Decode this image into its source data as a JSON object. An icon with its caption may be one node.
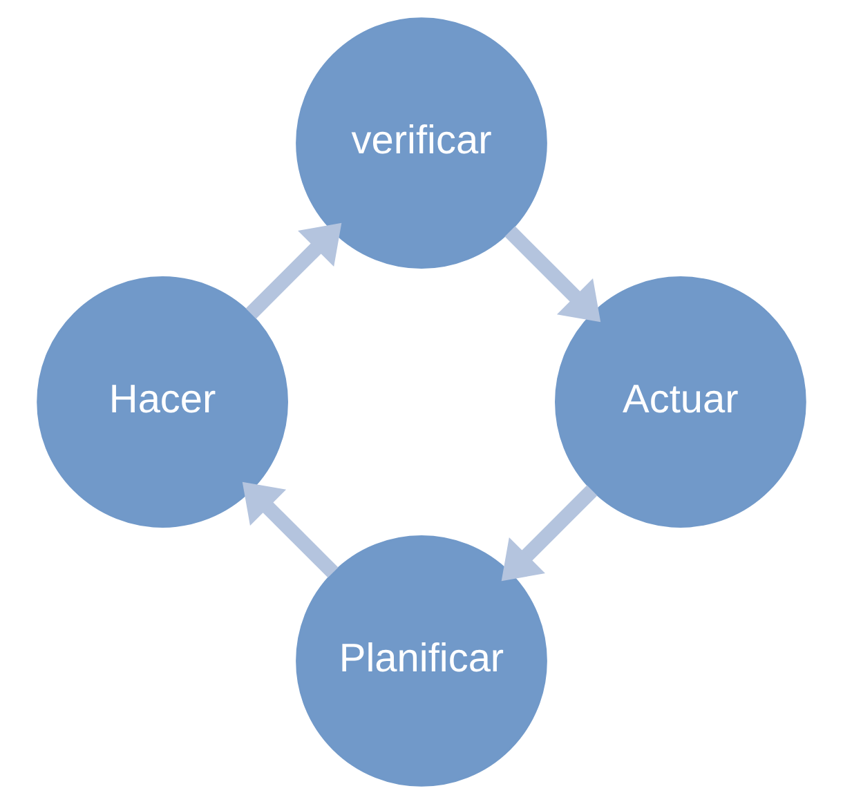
{
  "diagram": {
    "nodes": [
      {
        "text": [
          "Planificar"
        ]
      },
      {
        "text": [
          "Actuar"
        ]
      },
      {
        "text": [
          "Hacer"
        ]
      },
      {
        "text": [
          "verificar"
        ]
      }
    ],
    "edges": [
      {
        "from": 0,
        "to": 2,
        "arrow": "to"
      },
      {
        "from": 2,
        "to": 3,
        "arrow": "to"
      },
      {
        "from": 3,
        "to": 1,
        "arrow": "to"
      },
      {
        "from": 1,
        "to": 0,
        "arrow": "to"
      }
    ]
  }
}
